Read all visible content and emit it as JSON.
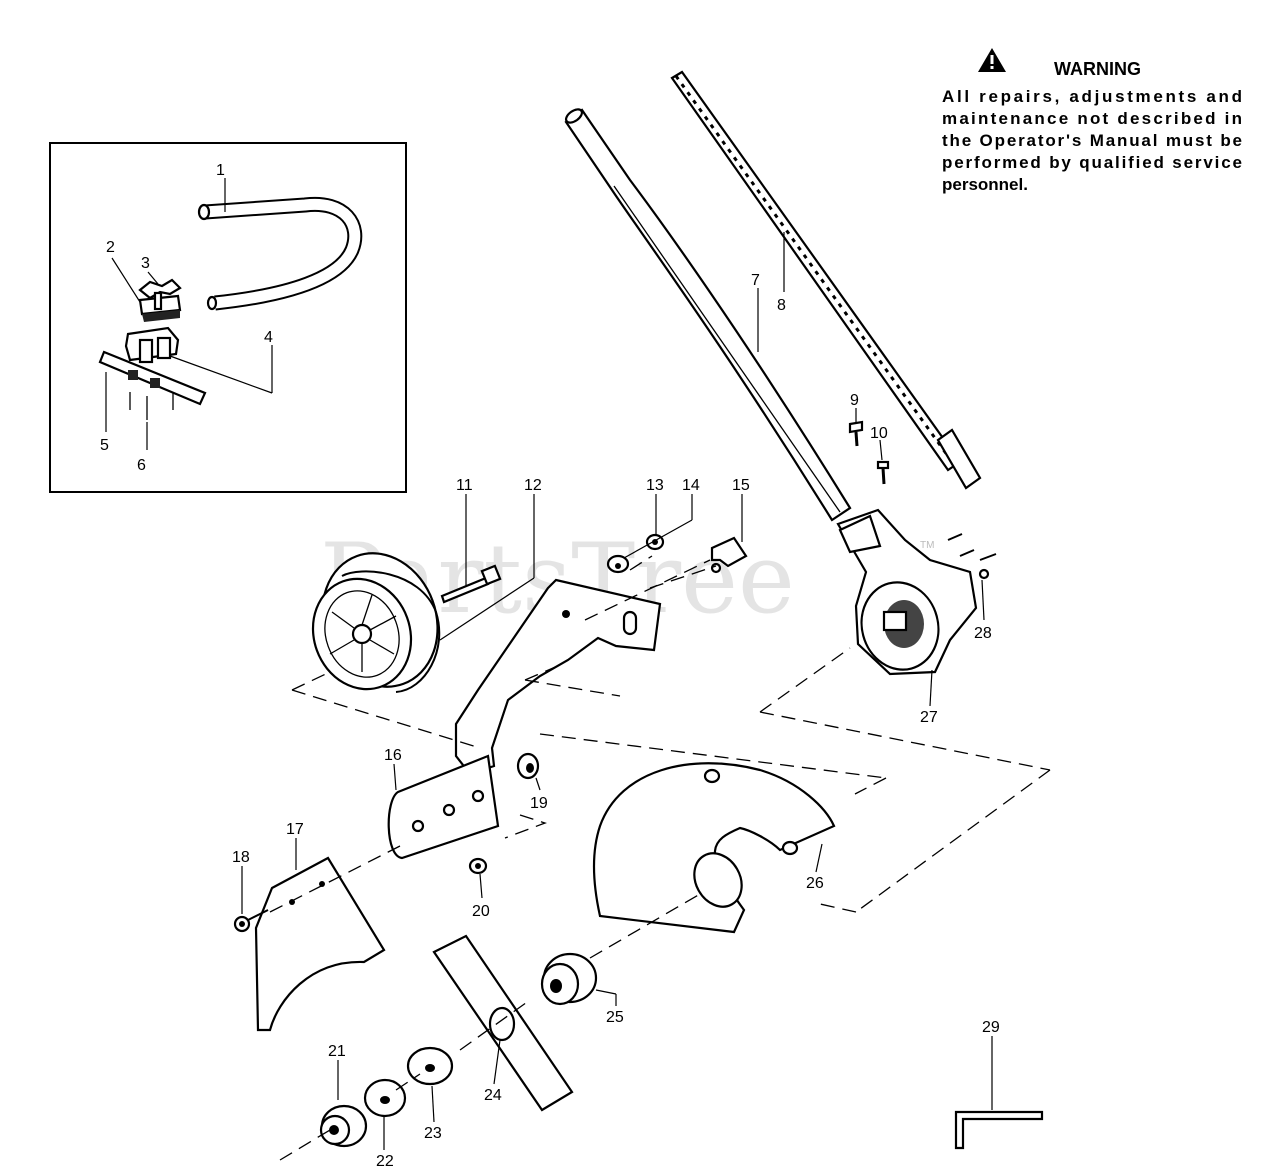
{
  "watermark": {
    "text": "PartsTree",
    "trademark": "TM"
  },
  "warning": {
    "title": "WARNING",
    "lines": [
      "All repairs, adjustments and",
      "maintenance not described in",
      "the Operator's Manual must be",
      "performed by qualified service",
      "personnel."
    ]
  },
  "callouts": [
    "1",
    "2",
    "3",
    "4",
    "5",
    "6",
    "7",
    "8",
    "9",
    "10",
    "11",
    "12",
    "13",
    "14",
    "15",
    "16",
    "17",
    "18",
    "19",
    "20",
    "21",
    "22",
    "23",
    "24",
    "25",
    "26",
    "27",
    "28",
    "29"
  ],
  "icons": {
    "warning": "warning-triangle-icon"
  }
}
